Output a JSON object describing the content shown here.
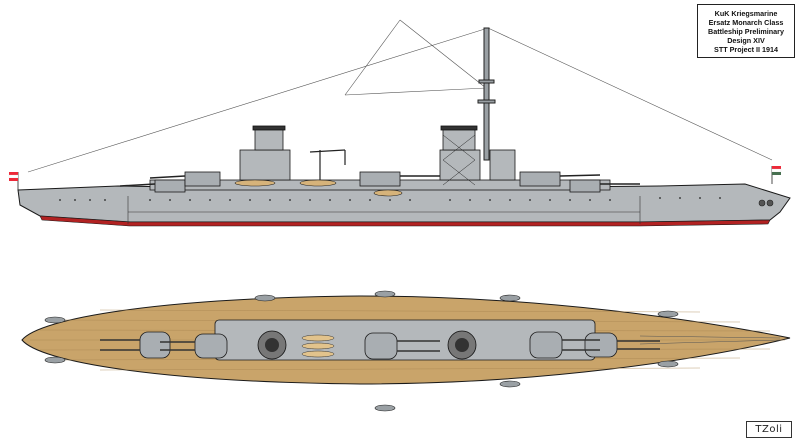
{
  "title_block": {
    "line1": "KuK Kriegsmarine",
    "line2": "Ersatz Monarch Class",
    "line3": "Battleship Preliminary",
    "line4": "Design XIV",
    "line5": "STT Project II 1914"
  },
  "signature": "TZoli",
  "colors": {
    "hull_grey": "#b4b8bb",
    "deck_wood": "#c9a46a",
    "boot_topping": "#b22222",
    "outline": "#1a1a1a",
    "austria_red": "#ed2939",
    "flag_white": "#ffffff",
    "hungary_green": "#477050"
  },
  "views": {
    "profile": "ship-side-profile",
    "plan": "ship-top-plan"
  }
}
